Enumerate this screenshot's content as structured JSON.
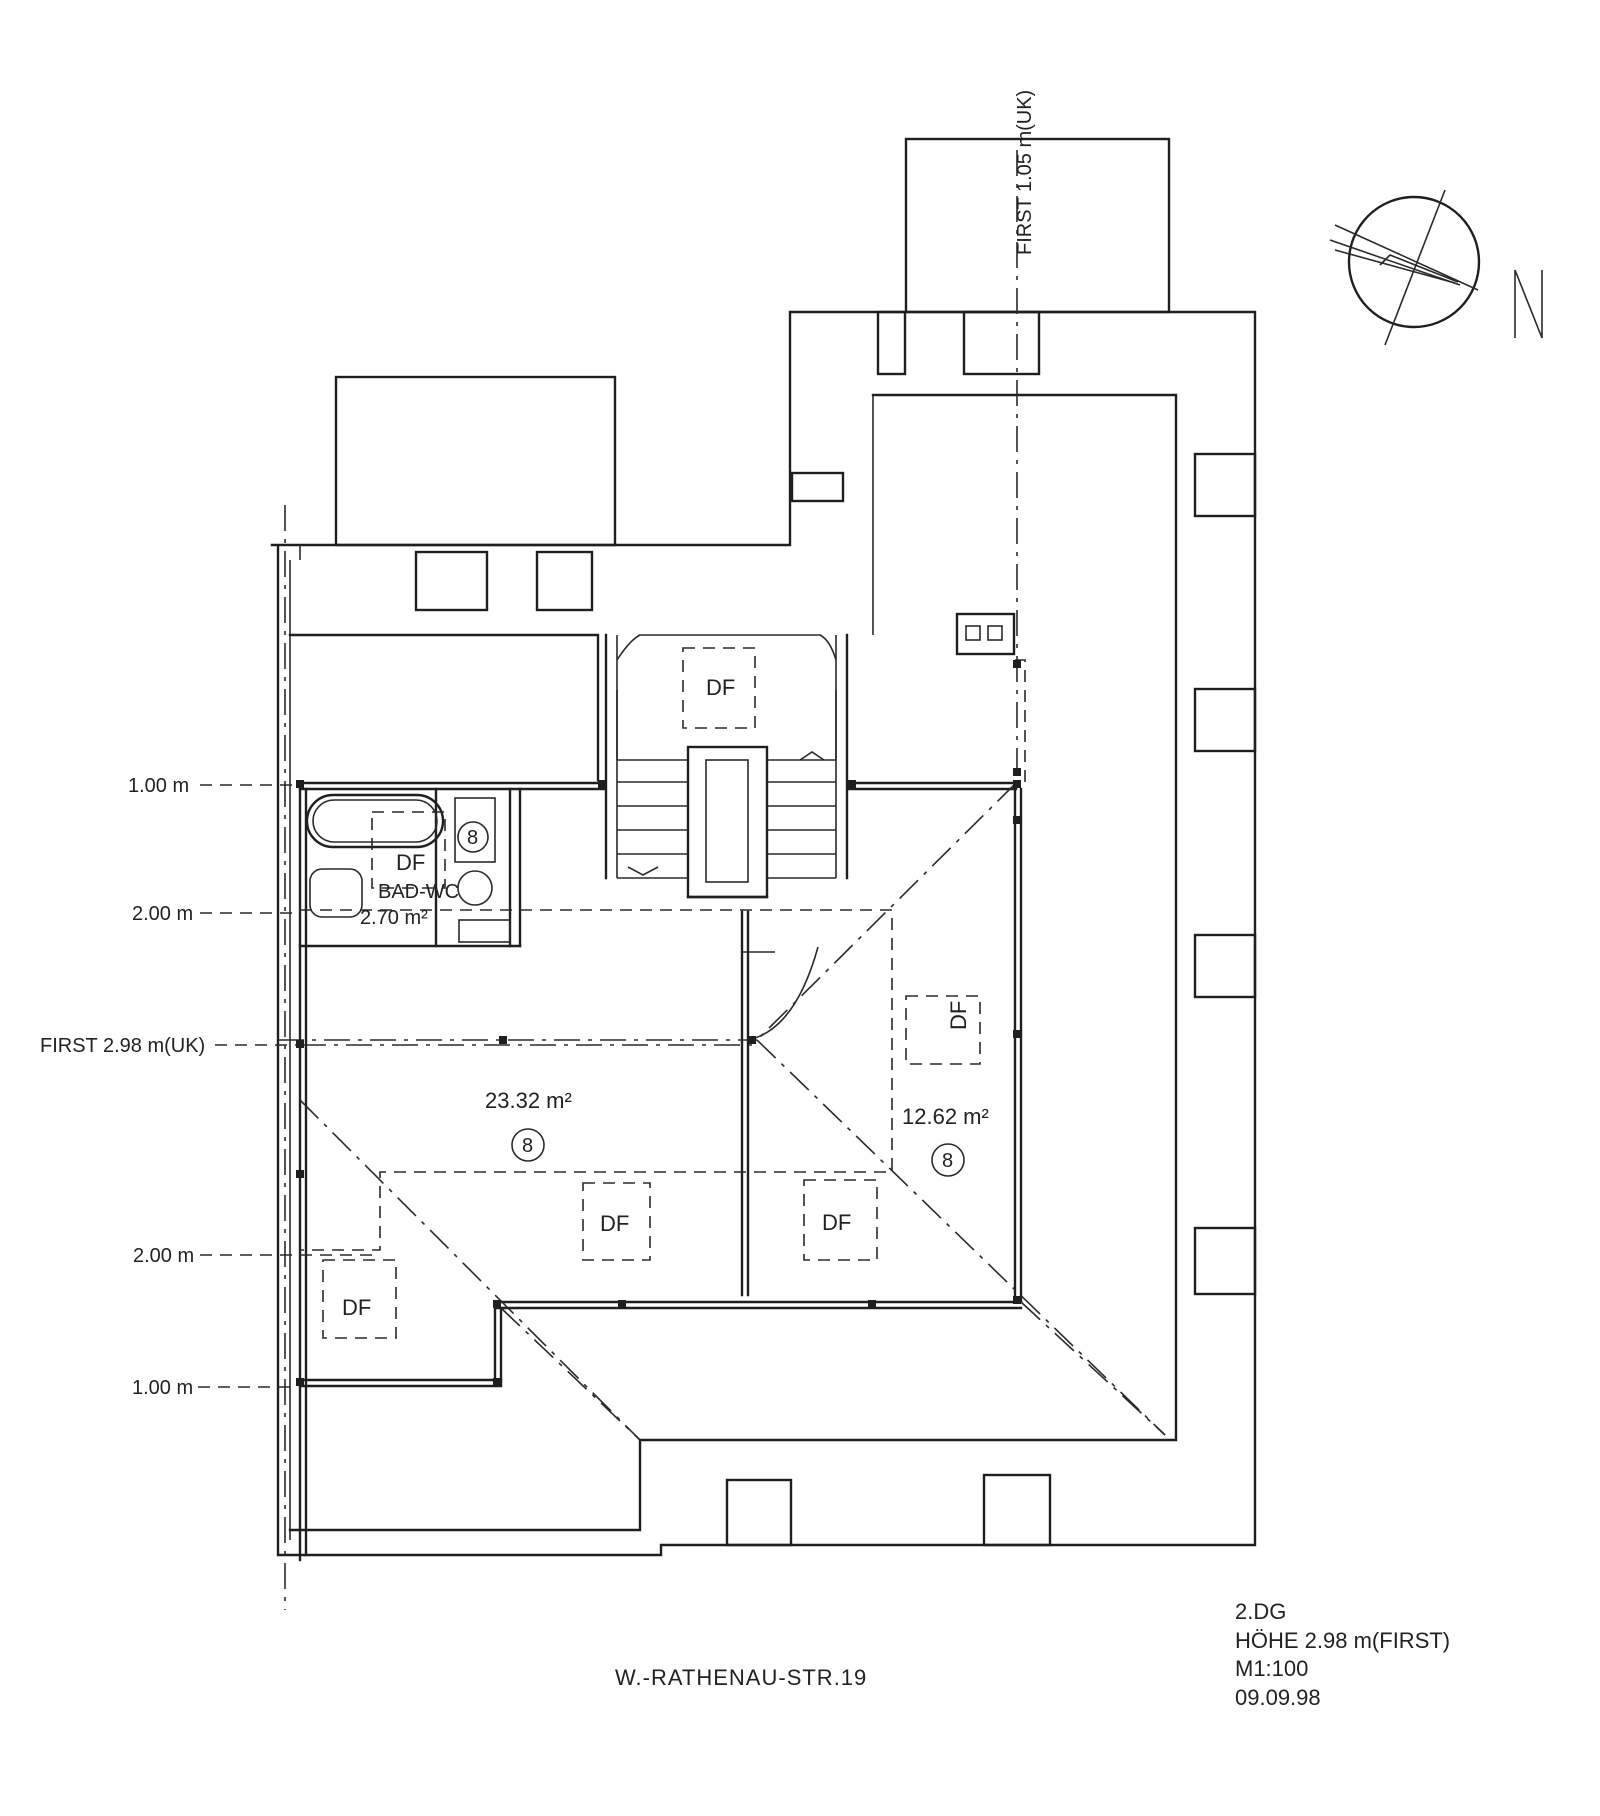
{
  "plan": {
    "rooms": {
      "bad_wc": {
        "name": "BAD-WC",
        "area": "2.70 m²",
        "mark": "8",
        "df": "DF"
      },
      "living": {
        "area": "23.32 m²",
        "mark": "8"
      },
      "room2": {
        "area": "12.62 m²",
        "mark": "8"
      }
    },
    "skylights": {
      "df_stair": "DF",
      "df_room2": "DF",
      "df_living": "DF",
      "df_lower_mid": "DF",
      "df_lower_left": "DF"
    },
    "height_marks": {
      "h1_top": "1.00 m",
      "h2_top": "2.00 m",
      "first": "FIRST 2.98 m(UK)",
      "h2_bottom": "2.00 m",
      "h1_bottom": "1.00 m",
      "first_vertical": "FIRST 1.05 m(UK)"
    },
    "north_label": "N",
    "street": "W.-RATHENAU-STR.19",
    "title_block": {
      "floor": "2.DG",
      "height": "HÖHE 2.98 m(FIRST)",
      "scale": "M1:100",
      "date": "09.09.98"
    }
  }
}
